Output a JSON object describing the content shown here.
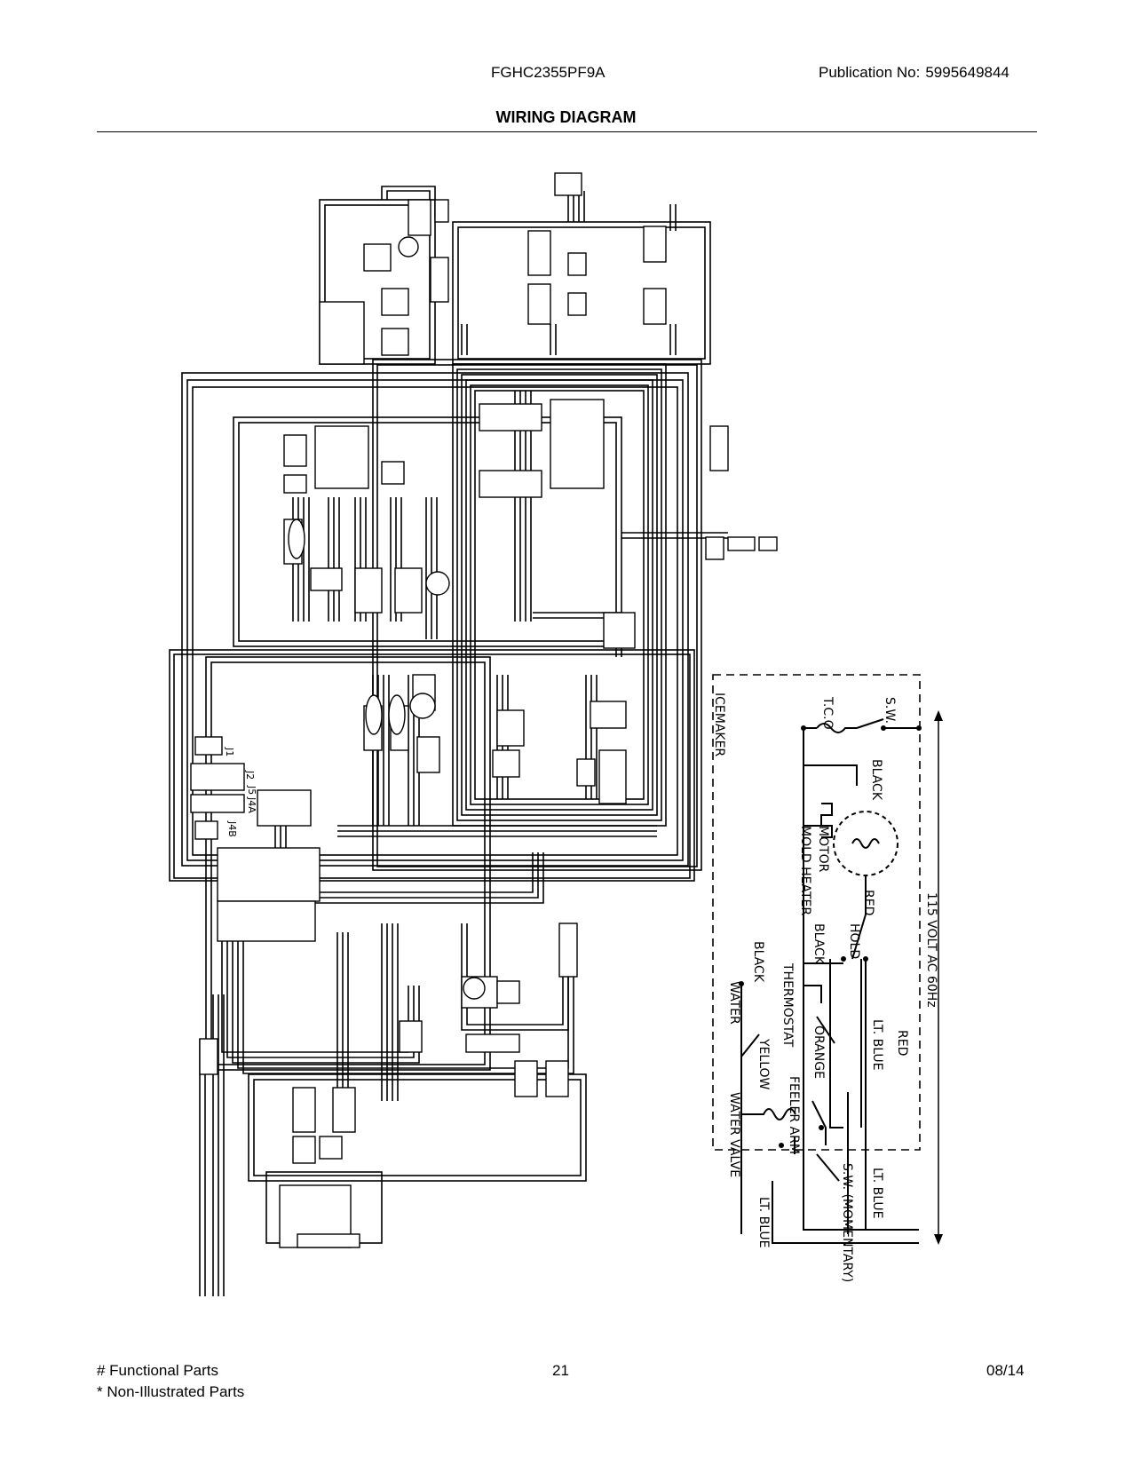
{
  "header": {
    "model": "FGHC2355PF9A",
    "publication_label": "Publication No:",
    "publication_number": "5995649844",
    "title": "WIRING DIAGRAM"
  },
  "icemaker_schematic": {
    "section_label": "ICEMAKER",
    "supply_label": "115 VOLT AC 60Hz",
    "components": {
      "tco": "T.C.O",
      "switch_top": "S.W.",
      "motor": "MOTOR",
      "mold_heater": "MOLD HEATER",
      "hold": "HOLD",
      "thermostat": "THERMOSTAT",
      "feeler_arm": "FEELER ARM",
      "switch_momentary": "S.W. (MOMENTARY)",
      "water": "WATER",
      "water_valve": "WATER VALVE"
    },
    "wire_colors": {
      "black_1": "BLACK",
      "red_1": "RED",
      "black_2": "BLACK",
      "black_3": "BLACK",
      "red_2": "RED",
      "lt_blue_1": "LT. BLUE",
      "orange": "ORANGE",
      "yellow": "YELLOW",
      "lt_blue_2": "LT. BLUE",
      "lt_blue_3": "LT. BLUE"
    }
  },
  "connectors": {
    "j1": "J1",
    "j2": "J2",
    "j5": "J5",
    "j4a": "J4A",
    "j4b": "J4B"
  },
  "footer": {
    "functional_parts": "# Functional Parts",
    "non_illustrated": "* Non-Illustrated Parts",
    "page": "21",
    "date": "08/14"
  }
}
